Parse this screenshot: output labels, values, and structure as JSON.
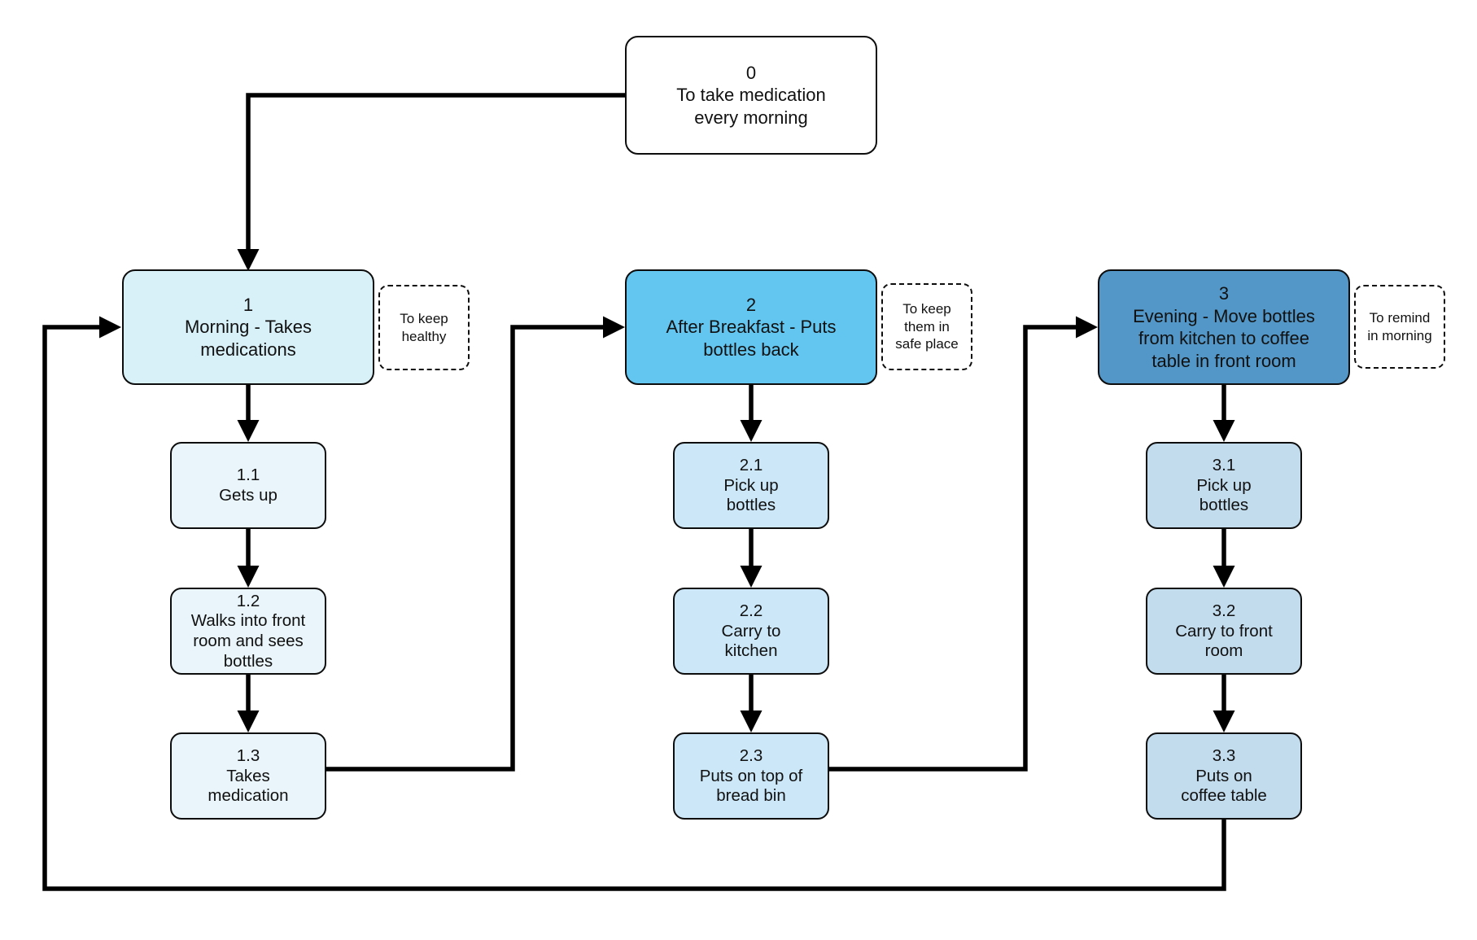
{
  "diagram": {
    "root": {
      "num": "0",
      "label": "To take medication\nevery morning"
    },
    "plans": [
      {
        "num": "1",
        "label": "Morning - Takes\nmedications",
        "note": "To keep\nhealthy",
        "fill": "#d8f0f7",
        "sub_fill": "#e9f5fa",
        "subs": [
          {
            "num": "1.1",
            "label": "Gets up"
          },
          {
            "num": "1.2",
            "label": "Walks into front\nroom and sees\nbottles"
          },
          {
            "num": "1.3",
            "label": "Takes\nmedication"
          }
        ]
      },
      {
        "num": "2",
        "label": "After Breakfast - Puts\nbottles back",
        "note": "To keep\nthem in\nsafe place",
        "fill": "#62c6f0",
        "sub_fill": "#cbe7f8",
        "subs": [
          {
            "num": "2.1",
            "label": "Pick up\nbottles"
          },
          {
            "num": "2.2",
            "label": "Carry to\nkitchen"
          },
          {
            "num": "2.3",
            "label": "Puts on top of\nbread bin"
          }
        ]
      },
      {
        "num": "3",
        "label": "Evening - Move bottles\nfrom kitchen to coffee\ntable in front room",
        "note": "To remind\nin morning",
        "fill": "#5297c7",
        "sub_fill": "#c2dcee",
        "subs": [
          {
            "num": "3.1",
            "label": "Pick up\nbottles"
          },
          {
            "num": "3.2",
            "label": "Carry to front\nroom"
          },
          {
            "num": "3.3",
            "label": "Puts on\ncoffee table"
          }
        ]
      }
    ],
    "colors": {
      "line": "#000000",
      "root_fill": "#ffffff",
      "note_fill": "#ffffff"
    }
  }
}
